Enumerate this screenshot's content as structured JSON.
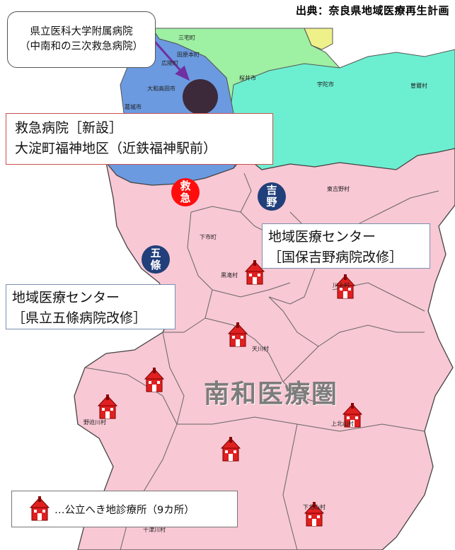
{
  "source": "出典：奈良県地域医療再生計画",
  "callouts": {
    "university_hospital": {
      "line1": "県立医科大学附属病院",
      "line2": "（中南和の三次救急病院）"
    },
    "emergency_hospital": {
      "line1": "救急病院［新設］",
      "line2": "大淀町福神地区（近鉄福神駅前）"
    },
    "yoshino_center": {
      "line1": "地域医療センター",
      "line2": "［国保吉野病院改修］"
    },
    "gojo_center": {
      "line1": "地域医療センター",
      "line2": "［県立五條病院改修］"
    }
  },
  "badges": {
    "kyukyu": {
      "top": "救",
      "bottom": "急"
    },
    "yoshino": {
      "top": "吉",
      "bottom": "野"
    },
    "gojo": {
      "top": "五",
      "bottom": "條"
    }
  },
  "region_name": "南和医療圏",
  "legend": {
    "text": "…公立へき地診療所（9カ所）",
    "icon": "clinic-house-icon"
  },
  "municipalities": [
    "三宅町",
    "田原本町",
    "桜井市",
    "宇陀市",
    "曽爾村",
    "広陵町",
    "大和高田市",
    "葛城市",
    "東吉野村",
    "下市町",
    "黒滝村",
    "川上村",
    "天川村",
    "野迫川村",
    "上北山村",
    "下北山村",
    "十津川村"
  ],
  "colors": {
    "pink_region": "#f8c8d4",
    "blue_region": "#6b9ae0",
    "green_region": "#9ef0a3",
    "teal_region": "#6cefd0",
    "yellow_region": "#eef08a",
    "clinic_red": "#e02020",
    "badge_red": "#ff0d0d",
    "badge_navy": "#213f7a",
    "hospital_marker": "#3c2a3a",
    "arrow_purple": "#7030a0"
  }
}
